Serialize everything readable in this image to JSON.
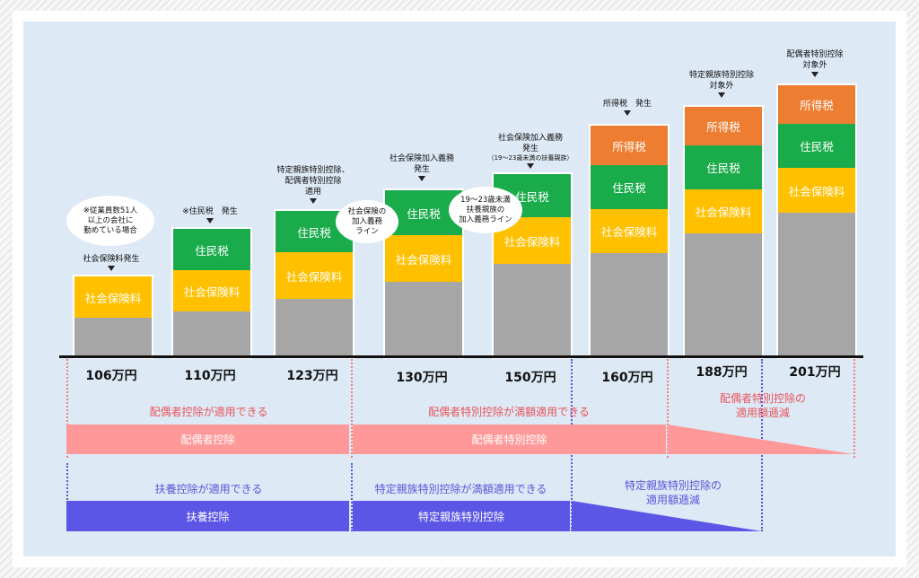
{
  "segments": {
    "social_insurance": "社会保険料",
    "resident_tax": "住民税",
    "income_tax": "所得税"
  },
  "incomes": [
    "106万円",
    "110万円",
    "123万円",
    "130万円",
    "150万円",
    "160万円",
    "188万円",
    "201万円"
  ],
  "notes": {
    "b1_bubble": "※従業員数51人\n以上の会社に\n勤めている場合",
    "b1": "社会保険料発生",
    "b2": "※住民税　発生",
    "b3": "特定親族特別控除、\n配偶者特別控除\n適用",
    "b4_bubble": "社会保険の\n加入義務\nライン",
    "b4": "社会保険加入義務\n発生",
    "b5_bubble": "19〜23歳未満\n扶養親族の\n加入義務ライン",
    "b5": "社会保険加入義務\n発生",
    "b5_sub": "（19〜23歳未満の扶養親族）",
    "b6": "所得税　発生",
    "b7": "特定親族特別控除\n対象外",
    "b8": "配偶者特別控除\n対象外"
  },
  "spouse": {
    "caption_full": "配偶者控除が適用できる",
    "caption_special": "配偶者特別控除が満額適用できる",
    "caption_reduce": "配偶者特別控除の\n適用額逓減",
    "band_full": "配偶者控除",
    "band_special": "配偶者特別控除",
    "color": "#ff9999"
  },
  "dependent": {
    "caption_full": "扶養控除が適用できる",
    "caption_special": "特定親族特別控除が満額適用できる",
    "caption_reduce": "特定親族特別控除の\n適用額逓減",
    "band_full": "扶養控除",
    "band_special": "特定親族特別控除",
    "color": "#5b56e6"
  },
  "colors": {
    "gray": "#a6a6a6",
    "social_insurance": "#ffc000",
    "resident_tax": "#1aab4b",
    "income_tax": "#ed7d31",
    "panel": "#dde9f5"
  }
}
